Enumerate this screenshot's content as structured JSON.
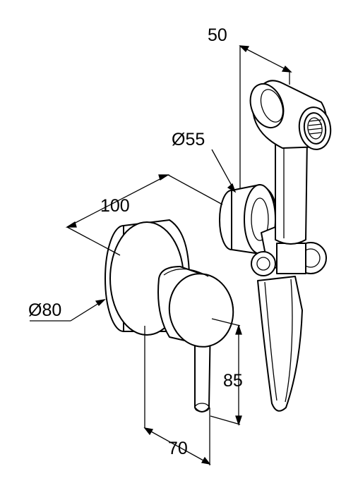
{
  "dimensions": {
    "handshower_length": "50",
    "holder_diameter": "Ø55",
    "depth": "100",
    "rosette_diameter": "Ø80",
    "lever_height": "85",
    "lever_offset": "70"
  },
  "colors": {
    "line": "#000000",
    "background": "#ffffff",
    "shade": "#d9d9d9"
  }
}
